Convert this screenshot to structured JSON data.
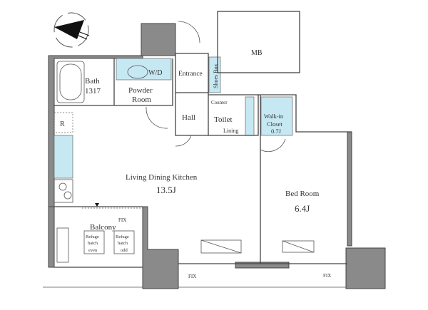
{
  "rooms": {
    "mb": "MB",
    "bath": "Bath",
    "bath_size": "1317",
    "wd": "W/D",
    "powder_1": "Powder",
    "powder_2": "Room",
    "entrance": "Entrance",
    "shoes_box": "Shoes Box",
    "counter": "Counter",
    "hall": "Hall",
    "toilet": "Toilet",
    "lining": "Lining",
    "closet_1": "Walk-in",
    "closet_2": "Closet",
    "closet_size": "0.7J",
    "fridge": "R",
    "ldk": "Living Dining Kitchen",
    "ldk_size": "13.5J",
    "bed": "Bed Room",
    "bed_size": "6.4J",
    "balcony": "Balcony",
    "refuge_even": [
      "Refuge",
      "hatch",
      "even"
    ],
    "refuge_odd": [
      "Refuge",
      "hatch",
      "odd"
    ],
    "fix_balcony": "FIX",
    "fix_living": "FIX",
    "fix_bed": "FIX"
  },
  "colors": {
    "wall": "#8a8a8a",
    "wet_area": "#c6e8f2"
  }
}
